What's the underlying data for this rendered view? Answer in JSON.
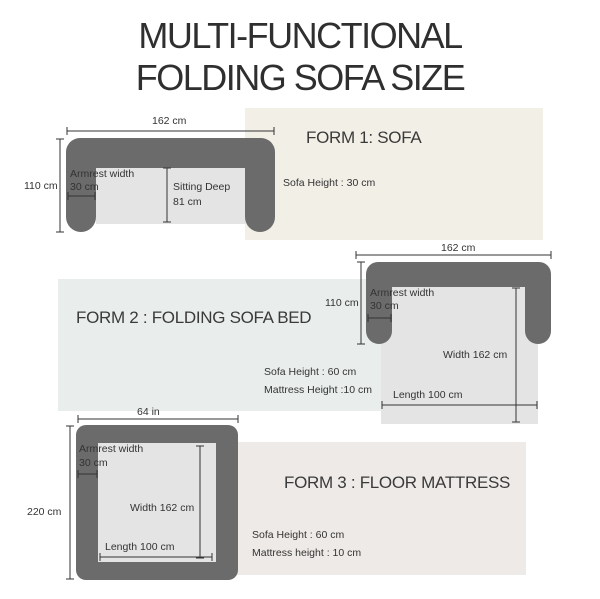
{
  "title": {
    "line1": "MULTI-FUNCTIONAL",
    "line2": "FOLDING SOFA SIZE"
  },
  "colors": {
    "sofa_gray": "#6b6b6b",
    "seat_light": "#e4e4e4",
    "form1_bg": "#f2efe7",
    "form2_bg": "#e9eeec",
    "form3_bg": "#eeeae7",
    "line": "#333333"
  },
  "form1": {
    "title": "FORM 1: SOFA",
    "width_label": "162 cm",
    "height_label": "110 cm",
    "armrest_label": "Armrest width",
    "armrest_value": "30 cm",
    "sitting_label": "Sitting Deep",
    "sitting_value": "81 cm",
    "sofa_height": "Sofa Height :  30 cm"
  },
  "form2": {
    "title": "FORM 2 : FOLDING SOFA BED",
    "width_label": "162 cm",
    "height_label": "110 cm",
    "armrest_label": "Armrest width",
    "armrest_value": "30 cm",
    "inner_width": "Width 162 cm",
    "inner_length": "Length 100 cm",
    "sofa_height": "Sofa Height : 60 cm",
    "mattress_height": "Mattress Height :10 cm"
  },
  "form3": {
    "title": "FORM 3 : FLOOR MATTRESS",
    "width_label": "64 in",
    "height_label": "220 cm",
    "armrest_label": "Armrest width",
    "armrest_value": "30 cm",
    "inner_width": "Width 162 cm",
    "inner_length": "Length 100 cm",
    "sofa_height": "Sofa Height : 60 cm",
    "mattress_height": "Mattress height : 10 cm"
  }
}
